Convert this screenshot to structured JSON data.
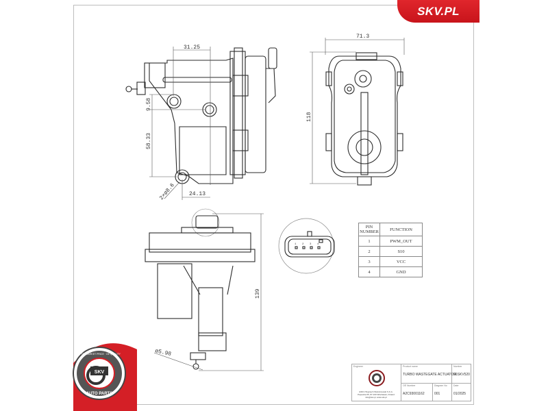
{
  "brand": {
    "logo_text": "SKV.PL",
    "accent_color": "#d41f26"
  },
  "seal": {
    "top_text": "AFTERMARKET PRICE · OE QUALITY",
    "center_text": "SKV",
    "bottom_text": "AUTO PARTS",
    "color": "#d41f26"
  },
  "dimensions": {
    "side_view": {
      "width_top": "31.25",
      "vertical_small": "9.58",
      "vertical_large": "58.33",
      "hole": "2×ø8.6",
      "width_bottom": "24.13"
    },
    "front_view": {
      "width": "71.3",
      "height": "118"
    },
    "bottom_view": {
      "height": "139",
      "rod_diameter": "ø5.98"
    }
  },
  "connector": {
    "pin_labels": [
      "1",
      "2",
      "3",
      "4"
    ]
  },
  "pin_table": {
    "headers": [
      "PIN NUMBER",
      "FUNCTION"
    ],
    "rows": [
      {
        "pin": "1",
        "function": "PWM_OUT"
      },
      {
        "pin": "2",
        "function": "S10"
      },
      {
        "pin": "3",
        "function": "VCC"
      },
      {
        "pin": "4",
        "function": "GND"
      }
    ]
  },
  "title_block": {
    "engineer_label": "Engineer",
    "company_lines": [
      "ESKV Wojciech Wolniczewski S.K.A.",
      "Papowka 65, 87-100 Wloclawek, Poland",
      "info@skv.pl, www.skv.pl"
    ],
    "product_name_label": "Product name",
    "product_name": "TURBO WASTEGATE ACTUATOR",
    "number_label": "Number",
    "number": "96SKV520",
    "oe_number_label": "OE Number",
    "oe_number": "A2C93001162",
    "diagram_no_label": "Diagram No",
    "diagram_no": "001",
    "date_label": "Date",
    "date": "01/2025"
  }
}
